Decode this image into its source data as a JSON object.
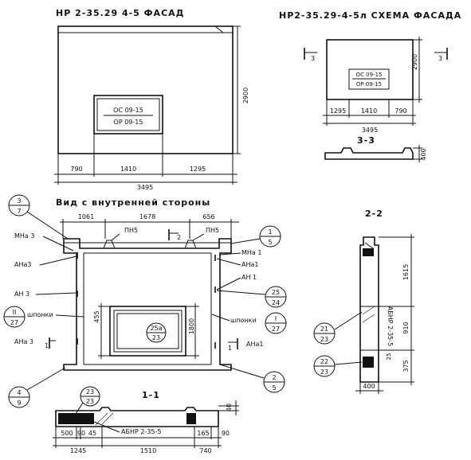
{
  "facade": {
    "title": "НР 2-35.29 4-5 ФАСАД",
    "window_lines": [
      "ОС 09-15",
      "ОР 09-15"
    ],
    "dims_bottom": [
      "790",
      "1410",
      "1295"
    ],
    "dim_total": "3495",
    "dim_height": "2900"
  },
  "scheme": {
    "title": "НР2-35.29-4-5л СХЕМА ФАСАДА",
    "window_lines": [
      "ОС 09-15",
      "ОР 09-15"
    ],
    "dims_bottom": [
      "1295",
      "1410",
      "790"
    ],
    "dim_total": "3495",
    "dim_height": "2900",
    "section_mark": "3"
  },
  "section33": {
    "title": "3-3",
    "dim": "400"
  },
  "interior": {
    "title": "Вид с внутренней стороны",
    "dims_top": [
      "1061",
      "1678",
      "656"
    ],
    "labels": {
      "pn5_left": "ПН5",
      "pn5_right": "ПН5",
      "mna3": "МНа 3",
      "ana3": "АНа3",
      "an3": "АН 3",
      "shponki_left": "шпонки",
      "ana3_low": "АНа 3",
      "mna1": "МНа 1",
      "ana1": "АНа1",
      "an1": "АН 1",
      "shponki_right": "шпонки",
      "ana1_low": "АНа1",
      "window_dim_v": "455",
      "window_dim_h": "1800"
    },
    "callouts": [
      {
        "top": "3",
        "bottom": "7"
      },
      {
        "top": "II",
        "bottom": "27"
      },
      {
        "top": "4",
        "bottom": "9"
      },
      {
        "top": "1",
        "bottom": "5"
      },
      {
        "top": "25",
        "bottom": "24"
      },
      {
        "top": "I",
        "bottom": "27"
      },
      {
        "top": "2",
        "bottom": "5"
      },
      {
        "top": "25а",
        "bottom": "23"
      }
    ],
    "section_marks": [
      "2",
      "1",
      "1"
    ]
  },
  "section11": {
    "title": "1-1",
    "callout": {
      "top": "23",
      "bottom": "23"
    },
    "label": "АБНР 2-35-5",
    "dims": [
      "500",
      "90",
      "45",
      "1245",
      "1510",
      "165",
      "90",
      "740"
    ],
    "dim_h": "40"
  },
  "section22": {
    "title": "2-2",
    "dims_v": [
      "1615",
      "910",
      "375"
    ],
    "dim_h": "400",
    "label": "АБНР 2-35-5",
    "callouts": [
      {
        "top": "21",
        "bottom": "23"
      },
      {
        "top": "22",
        "bottom": "23"
      }
    ]
  }
}
